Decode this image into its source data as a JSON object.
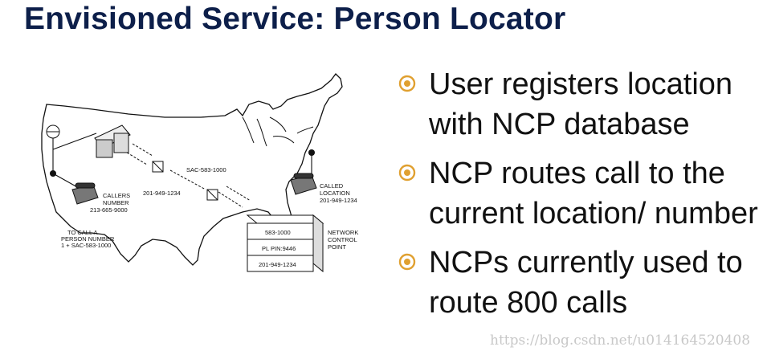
{
  "title": "Envisioned Service: Person Locator",
  "bullets": [
    {
      "text": "User registers location with NCP database",
      "icon": "circle-bullet-icon"
    },
    {
      "text": "NCP routes call to the current location/ number",
      "icon": "circle-bullet-icon"
    },
    {
      "text": "NCPs currently used to route 800 calls",
      "icon": "circle-bullet-icon"
    }
  ],
  "diagram": {
    "sac_number": "SAC-583-1000",
    "route_number": "201-949-1234",
    "callers_label_1": "CALLERS",
    "callers_label_2": "NUMBER",
    "callers_number": "213-665-9000",
    "to_call_1": "TO CALL A",
    "to_call_2": "PERSON NUMBER",
    "to_call_3": "1 + SAC-583-1000",
    "called_1": "CALLED",
    "called_2": "LOCATION",
    "called_number": "201-949-1234",
    "ncp_row_1": "583-1000",
    "ncp_row_2": "PL PIN:9446",
    "ncp_row_3": "201-949-1234",
    "ncp_label_1": "NETWORK",
    "ncp_label_2": "CONTROL",
    "ncp_label_3": "POINT"
  },
  "watermark": "https://blog.csdn.net/u014164520408",
  "colors": {
    "title": "#0d1f4a",
    "bullet": "#e0a030"
  }
}
